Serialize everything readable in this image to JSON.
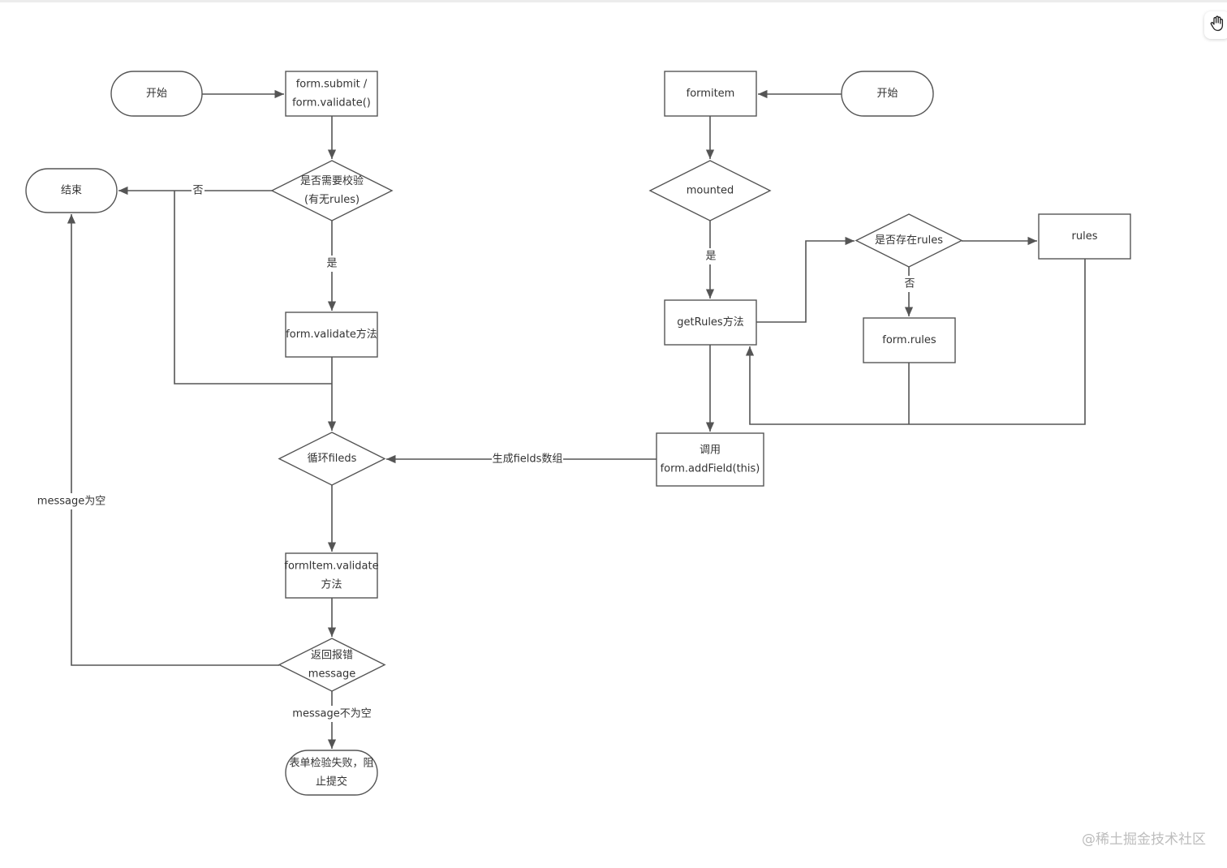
{
  "colors": {
    "stroke": "#555555",
    "text": "#333333",
    "watermark": "#bdbdbd"
  },
  "tools": {
    "hand_icon": "hand-icon"
  },
  "watermark": "@稀土掘金技术社区",
  "nodes": [
    {
      "id": "start-left",
      "shape": "terminal",
      "lines": [
        "开始"
      ]
    },
    {
      "id": "form-submit",
      "shape": "process",
      "lines": [
        "form.submit /",
        "form.validate()"
      ]
    },
    {
      "id": "need-validate",
      "shape": "decision",
      "lines": [
        "是否需要校验",
        "(有无rules)"
      ]
    },
    {
      "id": "end",
      "shape": "terminal",
      "lines": [
        "结束"
      ]
    },
    {
      "id": "form-validate-method",
      "shape": "process",
      "lines": [
        "form.validate方法"
      ]
    },
    {
      "id": "loop-fields",
      "shape": "decision",
      "lines": [
        "循环fileds"
      ]
    },
    {
      "id": "formitem-validate",
      "shape": "process",
      "lines": [
        "formItem.validate",
        "方法"
      ]
    },
    {
      "id": "return-error",
      "shape": "decision",
      "lines": [
        "返回报错",
        "message"
      ]
    },
    {
      "id": "submit-fail",
      "shape": "terminal",
      "lines": [
        "表单检验失败，阻",
        "止提交"
      ]
    },
    {
      "id": "formitem",
      "shape": "process",
      "lines": [
        "formitem"
      ]
    },
    {
      "id": "start-right",
      "shape": "terminal",
      "lines": [
        "开始"
      ]
    },
    {
      "id": "mounted",
      "shape": "decision",
      "lines": [
        "mounted"
      ]
    },
    {
      "id": "get-rules",
      "shape": "process",
      "lines": [
        "getRules方法"
      ]
    },
    {
      "id": "has-rules",
      "shape": "decision",
      "lines": [
        "是否存在rules"
      ]
    },
    {
      "id": "rules",
      "shape": "process",
      "lines": [
        "rules"
      ]
    },
    {
      "id": "form-rules",
      "shape": "process",
      "lines": [
        "form.rules"
      ]
    },
    {
      "id": "add-field",
      "shape": "process",
      "lines": [
        "调用",
        "form.addField(this)"
      ]
    }
  ],
  "edge_labels": {
    "no_left": "否",
    "yes_left": "是",
    "yes_right": "是",
    "no_right": "否",
    "gen_fields": "生成fields数组",
    "msg_empty": "message为空",
    "msg_not_empty": "message不为空"
  }
}
